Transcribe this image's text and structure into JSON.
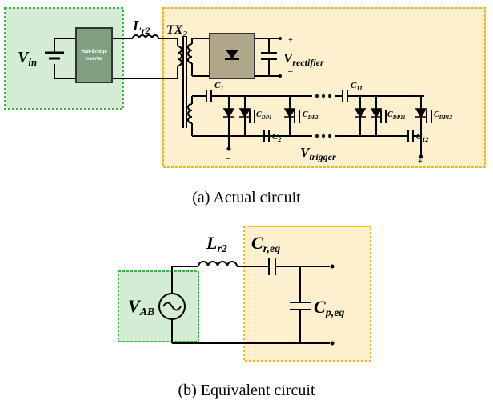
{
  "actual": {
    "source_label": "V",
    "source_sub": "in",
    "inverter_label_1": "Half-Bridge",
    "inverter_label_2": "Inverter",
    "inductor_label": "L",
    "inductor_sub": "r2",
    "transformer_label": "TX",
    "transformer_sub": "2",
    "rectifier_label": "V",
    "rectifier_sub": "rectifier",
    "trigger_label": "V",
    "trigger_sub": "trigger",
    "c1": "C",
    "c1_sub": "1",
    "c2": "C",
    "c2_sub": "2",
    "c11": "C",
    "c11_sub": "11",
    "c12": "C",
    "c12_sub": "12",
    "cdp1": "C",
    "cdp1_sub": "DP1",
    "cdp2": "C",
    "cdp2_sub": "DP2",
    "cdp11": "C",
    "cdp11_sub": "DP11",
    "cdp12": "C",
    "cdp12_sub": "DP12",
    "plus": "+",
    "minus": "–",
    "caption": "(a)  Actual  circuit"
  },
  "equivalent": {
    "source_label": "V",
    "source_sub": "AB",
    "inductor_label": "L",
    "inductor_sub": "r2",
    "cr_label": "C",
    "cr_sub": "r,eq",
    "cp_label": "C",
    "cp_sub": "p,eq",
    "caption": "(b)  Equivalent  circuit"
  },
  "colors": {
    "green_fill": "#d4ecd3",
    "green_border": "#3cb44b",
    "yellow_fill": "#fdf0cf",
    "yellow_border": "#f5b800",
    "inverter_fill": "#7f9f80",
    "rectifier_fill": "#b0a68a"
  }
}
